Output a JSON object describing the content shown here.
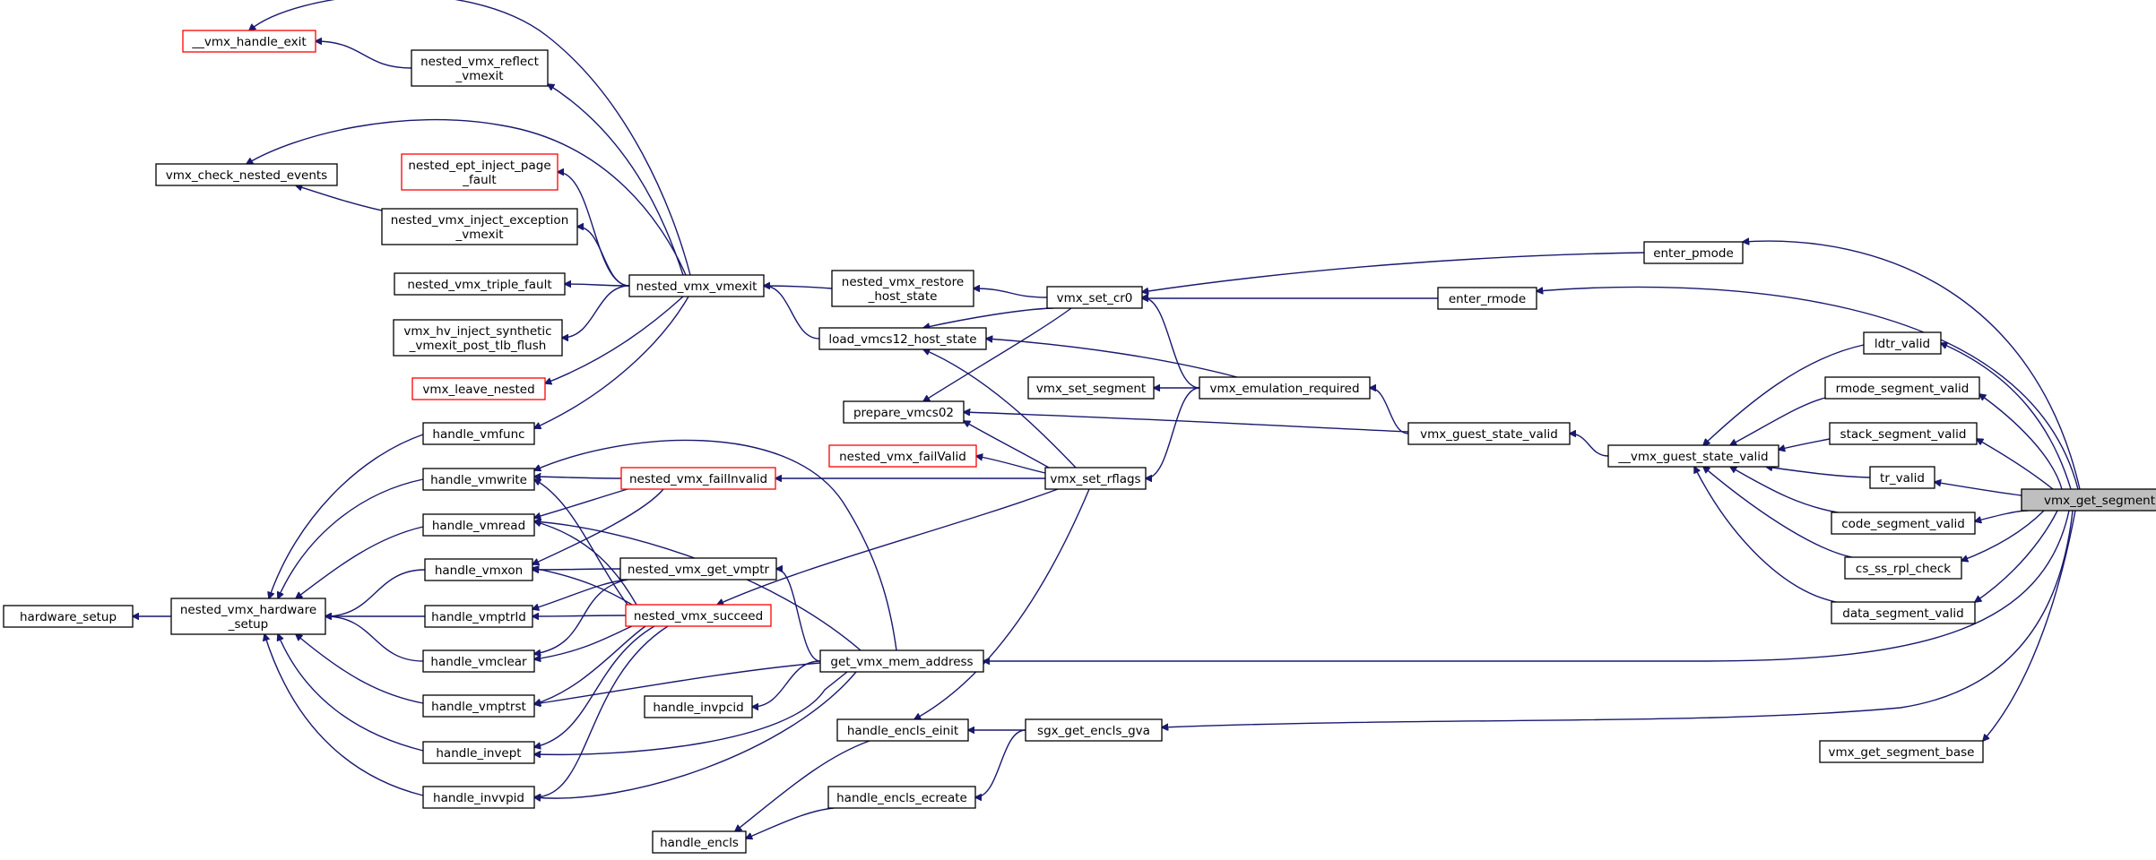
{
  "graph": {
    "nodes": [
      {
        "id": "vmx_get_segment",
        "lines": [
          "vmx_get_segment"
        ],
        "style": "target"
      },
      {
        "id": "enter_pmode",
        "lines": [
          "enter_pmode"
        ],
        "style": "normal"
      },
      {
        "id": "enter_rmode",
        "lines": [
          "enter_rmode"
        ],
        "style": "normal"
      },
      {
        "id": "ldtr_valid",
        "lines": [
          "ldtr_valid"
        ],
        "style": "normal"
      },
      {
        "id": "rmode_segment_valid",
        "lines": [
          "rmode_segment_valid"
        ],
        "style": "normal"
      },
      {
        "id": "stack_segment_valid",
        "lines": [
          "stack_segment_valid"
        ],
        "style": "normal"
      },
      {
        "id": "tr_valid",
        "lines": [
          "tr_valid"
        ],
        "style": "normal"
      },
      {
        "id": "code_segment_valid",
        "lines": [
          "code_segment_valid"
        ],
        "style": "normal"
      },
      {
        "id": "cs_ss_rpl_check",
        "lines": [
          "cs_ss_rpl_check"
        ],
        "style": "normal"
      },
      {
        "id": "data_segment_valid",
        "lines": [
          "data_segment_valid"
        ],
        "style": "normal"
      },
      {
        "id": "vmx_get_segment_base",
        "lines": [
          "vmx_get_segment_base"
        ],
        "style": "normal"
      },
      {
        "id": "__vmx_guest_state_valid",
        "lines": [
          "__vmx_guest_state_valid"
        ],
        "style": "normal"
      },
      {
        "id": "vmx_guest_state_valid",
        "lines": [
          "vmx_guest_state_valid"
        ],
        "style": "normal"
      },
      {
        "id": "vmx_emulation_required",
        "lines": [
          "vmx_emulation_required"
        ],
        "style": "normal"
      },
      {
        "id": "vmx_set_segment",
        "lines": [
          "vmx_set_segment"
        ],
        "style": "normal"
      },
      {
        "id": "vmx_set_cr0",
        "lines": [
          "vmx_set_cr0"
        ],
        "style": "normal"
      },
      {
        "id": "vmx_set_rflags",
        "lines": [
          "vmx_set_rflags"
        ],
        "style": "normal"
      },
      {
        "id": "nested_vmx_restore_host_state",
        "lines": [
          "nested_vmx_restore",
          "_host_state"
        ],
        "style": "normal"
      },
      {
        "id": "load_vmcs12_host_state",
        "lines": [
          "load_vmcs12_host_state"
        ],
        "style": "normal"
      },
      {
        "id": "prepare_vmcs02",
        "lines": [
          "prepare_vmcs02"
        ],
        "style": "normal"
      },
      {
        "id": "nested_vmx_failValid",
        "lines": [
          "nested_vmx_failValid"
        ],
        "style": "red"
      },
      {
        "id": "get_vmx_mem_address",
        "lines": [
          "get_vmx_mem_address"
        ],
        "style": "normal"
      },
      {
        "id": "sgx_get_encls_gva",
        "lines": [
          "sgx_get_encls_gva"
        ],
        "style": "normal"
      },
      {
        "id": "handle_encls_einit",
        "lines": [
          "handle_encls_einit"
        ],
        "style": "normal"
      },
      {
        "id": "handle_encls_ecreate",
        "lines": [
          "handle_encls_ecreate"
        ],
        "style": "normal"
      },
      {
        "id": "handle_encls",
        "lines": [
          "handle_encls"
        ],
        "style": "normal"
      },
      {
        "id": "handle_invpcid",
        "lines": [
          "handle_invpcid"
        ],
        "style": "normal"
      },
      {
        "id": "nested_vmx_vmexit",
        "lines": [
          "nested_vmx_vmexit"
        ],
        "style": "normal"
      },
      {
        "id": "nested_vmx_failInvalid",
        "lines": [
          "nested_vmx_failInvalid"
        ],
        "style": "red"
      },
      {
        "id": "nested_vmx_get_vmptr",
        "lines": [
          "nested_vmx_get_vmptr"
        ],
        "style": "normal"
      },
      {
        "id": "nested_vmx_succeed",
        "lines": [
          "nested_vmx_succeed"
        ],
        "style": "red"
      },
      {
        "id": "__vmx_handle_exit",
        "lines": [
          "__vmx_handle_exit"
        ],
        "style": "red"
      },
      {
        "id": "nested_vmx_reflect_vmexit",
        "lines": [
          "nested_vmx_reflect",
          "_vmexit"
        ],
        "style": "normal"
      },
      {
        "id": "vmx_check_nested_events",
        "lines": [
          "vmx_check_nested_events"
        ],
        "style": "normal"
      },
      {
        "id": "nested_ept_inject_page_fault",
        "lines": [
          "nested_ept_inject_page",
          "_fault"
        ],
        "style": "red"
      },
      {
        "id": "nested_vmx_inject_exception_vmexit",
        "lines": [
          "nested_vmx_inject_exception",
          "_vmexit"
        ],
        "style": "normal"
      },
      {
        "id": "nested_vmx_triple_fault",
        "lines": [
          "nested_vmx_triple_fault"
        ],
        "style": "normal"
      },
      {
        "id": "vmx_hv_inject_synthetic_vmexit_post_tlb_flush",
        "lines": [
          "vmx_hv_inject_synthetic",
          "_vmexit_post_tlb_flush"
        ],
        "style": "normal"
      },
      {
        "id": "vmx_leave_nested",
        "lines": [
          "vmx_leave_nested"
        ],
        "style": "red"
      },
      {
        "id": "handle_vmfunc",
        "lines": [
          "handle_vmfunc"
        ],
        "style": "normal"
      },
      {
        "id": "handle_vmwrite",
        "lines": [
          "handle_vmwrite"
        ],
        "style": "normal"
      },
      {
        "id": "handle_vmread",
        "lines": [
          "handle_vmread"
        ],
        "style": "normal"
      },
      {
        "id": "handle_vmxon",
        "lines": [
          "handle_vmxon"
        ],
        "style": "normal"
      },
      {
        "id": "handle_vmptrld",
        "lines": [
          "handle_vmptrld"
        ],
        "style": "normal"
      },
      {
        "id": "handle_vmclear",
        "lines": [
          "handle_vmclear"
        ],
        "style": "normal"
      },
      {
        "id": "handle_vmptrst",
        "lines": [
          "handle_vmptrst"
        ],
        "style": "normal"
      },
      {
        "id": "handle_invept",
        "lines": [
          "handle_invept"
        ],
        "style": "normal"
      },
      {
        "id": "handle_invvpid",
        "lines": [
          "handle_invvpid"
        ],
        "style": "normal"
      },
      {
        "id": "nested_vmx_hardware_setup",
        "lines": [
          "nested_vmx_hardware",
          "_setup"
        ],
        "style": "normal"
      },
      {
        "id": "hardware_setup",
        "lines": [
          "hardware_setup"
        ],
        "style": "normal"
      }
    ],
    "edges": [
      [
        "enter_pmode",
        "vmx_get_segment"
      ],
      [
        "enter_rmode",
        "vmx_get_segment"
      ],
      [
        "ldtr_valid",
        "vmx_get_segment"
      ],
      [
        "rmode_segment_valid",
        "vmx_get_segment"
      ],
      [
        "stack_segment_valid",
        "vmx_get_segment"
      ],
      [
        "tr_valid",
        "vmx_get_segment"
      ],
      [
        "code_segment_valid",
        "vmx_get_segment"
      ],
      [
        "cs_ss_rpl_check",
        "vmx_get_segment"
      ],
      [
        "data_segment_valid",
        "vmx_get_segment"
      ],
      [
        "vmx_get_segment_base",
        "vmx_get_segment"
      ],
      [
        "get_vmx_mem_address",
        "vmx_get_segment"
      ],
      [
        "sgx_get_encls_gva",
        "vmx_get_segment"
      ],
      [
        "vmx_set_cr0",
        "enter_pmode"
      ],
      [
        "vmx_set_cr0",
        "enter_rmode"
      ],
      [
        "__vmx_guest_state_valid",
        "ldtr_valid"
      ],
      [
        "__vmx_guest_state_valid",
        "rmode_segment_valid"
      ],
      [
        "__vmx_guest_state_valid",
        "stack_segment_valid"
      ],
      [
        "__vmx_guest_state_valid",
        "tr_valid"
      ],
      [
        "__vmx_guest_state_valid",
        "code_segment_valid"
      ],
      [
        "__vmx_guest_state_valid",
        "cs_ss_rpl_check"
      ],
      [
        "__vmx_guest_state_valid",
        "data_segment_valid"
      ],
      [
        "vmx_guest_state_valid",
        "__vmx_guest_state_valid"
      ],
      [
        "vmx_emulation_required",
        "vmx_guest_state_valid"
      ],
      [
        "prepare_vmcs02",
        "vmx_guest_state_valid"
      ],
      [
        "vmx_set_segment",
        "vmx_emulation_required"
      ],
      [
        "vmx_set_cr0",
        "vmx_emulation_required"
      ],
      [
        "vmx_set_rflags",
        "vmx_emulation_required"
      ],
      [
        "load_vmcs12_host_state",
        "vmx_emulation_required"
      ],
      [
        "nested_vmx_restore_host_state",
        "vmx_set_cr0"
      ],
      [
        "load_vmcs12_host_state",
        "vmx_set_cr0"
      ],
      [
        "prepare_vmcs02",
        "vmx_set_cr0"
      ],
      [
        "load_vmcs12_host_state",
        "vmx_set_rflags"
      ],
      [
        "prepare_vmcs02",
        "vmx_set_rflags"
      ],
      [
        "nested_vmx_failValid",
        "vmx_set_rflags"
      ],
      [
        "nested_vmx_failInvalid",
        "vmx_set_rflags"
      ],
      [
        "nested_vmx_succeed",
        "vmx_set_rflags"
      ],
      [
        "handle_encls_einit",
        "vmx_set_rflags"
      ],
      [
        "nested_vmx_vmexit",
        "nested_vmx_restore_host_state"
      ],
      [
        "nested_vmx_vmexit",
        "load_vmcs12_host_state"
      ],
      [
        "handle_encls_einit",
        "sgx_get_encls_gva"
      ],
      [
        "handle_encls_ecreate",
        "sgx_get_encls_gva"
      ],
      [
        "handle_encls",
        "handle_encls_einit"
      ],
      [
        "handle_encls",
        "handle_encls_ecreate"
      ],
      [
        "handle_invpcid",
        "get_vmx_mem_address"
      ],
      [
        "nested_vmx_get_vmptr",
        "get_vmx_mem_address"
      ],
      [
        "handle_vmwrite",
        "get_vmx_mem_address"
      ],
      [
        "handle_vmread",
        "get_vmx_mem_address"
      ],
      [
        "handle_vmptrst",
        "get_vmx_mem_address"
      ],
      [
        "handle_invept",
        "get_vmx_mem_address"
      ],
      [
        "handle_invvpid",
        "get_vmx_mem_address"
      ],
      [
        "__vmx_handle_exit",
        "nested_vmx_reflect_vmexit"
      ],
      [
        "__vmx_handle_exit",
        "nested_vmx_vmexit"
      ],
      [
        "nested_vmx_reflect_vmexit",
        "nested_vmx_vmexit"
      ],
      [
        "vmx_check_nested_events",
        "nested_vmx_vmexit"
      ],
      [
        "vmx_check_nested_events",
        "nested_vmx_inject_exception_vmexit"
      ],
      [
        "nested_ept_inject_page_fault",
        "nested_vmx_vmexit"
      ],
      [
        "nested_vmx_inject_exception_vmexit",
        "nested_vmx_vmexit"
      ],
      [
        "nested_vmx_triple_fault",
        "nested_vmx_vmexit"
      ],
      [
        "vmx_hv_inject_synthetic_vmexit_post_tlb_flush",
        "nested_vmx_vmexit"
      ],
      [
        "vmx_leave_nested",
        "nested_vmx_vmexit"
      ],
      [
        "handle_vmfunc",
        "nested_vmx_vmexit"
      ],
      [
        "handle_vmwrite",
        "nested_vmx_failInvalid"
      ],
      [
        "handle_vmread",
        "nested_vmx_failInvalid"
      ],
      [
        "handle_vmxon",
        "nested_vmx_failInvalid"
      ],
      [
        "handle_vmxon",
        "nested_vmx_get_vmptr"
      ],
      [
        "handle_vmptrld",
        "nested_vmx_get_vmptr"
      ],
      [
        "handle_vmclear",
        "nested_vmx_get_vmptr"
      ],
      [
        "handle_vmwrite",
        "nested_vmx_succeed"
      ],
      [
        "handle_vmread",
        "nested_vmx_succeed"
      ],
      [
        "handle_vmxon",
        "nested_vmx_succeed"
      ],
      [
        "handle_vmptrld",
        "nested_vmx_succeed"
      ],
      [
        "handle_vmclear",
        "nested_vmx_succeed"
      ],
      [
        "handle_vmptrst",
        "nested_vmx_succeed"
      ],
      [
        "handle_invept",
        "nested_vmx_succeed"
      ],
      [
        "handle_invvpid",
        "nested_vmx_succeed"
      ],
      [
        "nested_vmx_hardware_setup",
        "handle_vmfunc"
      ],
      [
        "nested_vmx_hardware_setup",
        "handle_vmwrite"
      ],
      [
        "nested_vmx_hardware_setup",
        "handle_vmread"
      ],
      [
        "nested_vmx_hardware_setup",
        "handle_vmxon"
      ],
      [
        "nested_vmx_hardware_setup",
        "handle_vmptrld"
      ],
      [
        "nested_vmx_hardware_setup",
        "handle_vmclear"
      ],
      [
        "nested_vmx_hardware_setup",
        "handle_vmptrst"
      ],
      [
        "nested_vmx_hardware_setup",
        "handle_invept"
      ],
      [
        "nested_vmx_hardware_setup",
        "handle_invvpid"
      ],
      [
        "hardware_setup",
        "nested_vmx_hardware_setup"
      ]
    ]
  }
}
